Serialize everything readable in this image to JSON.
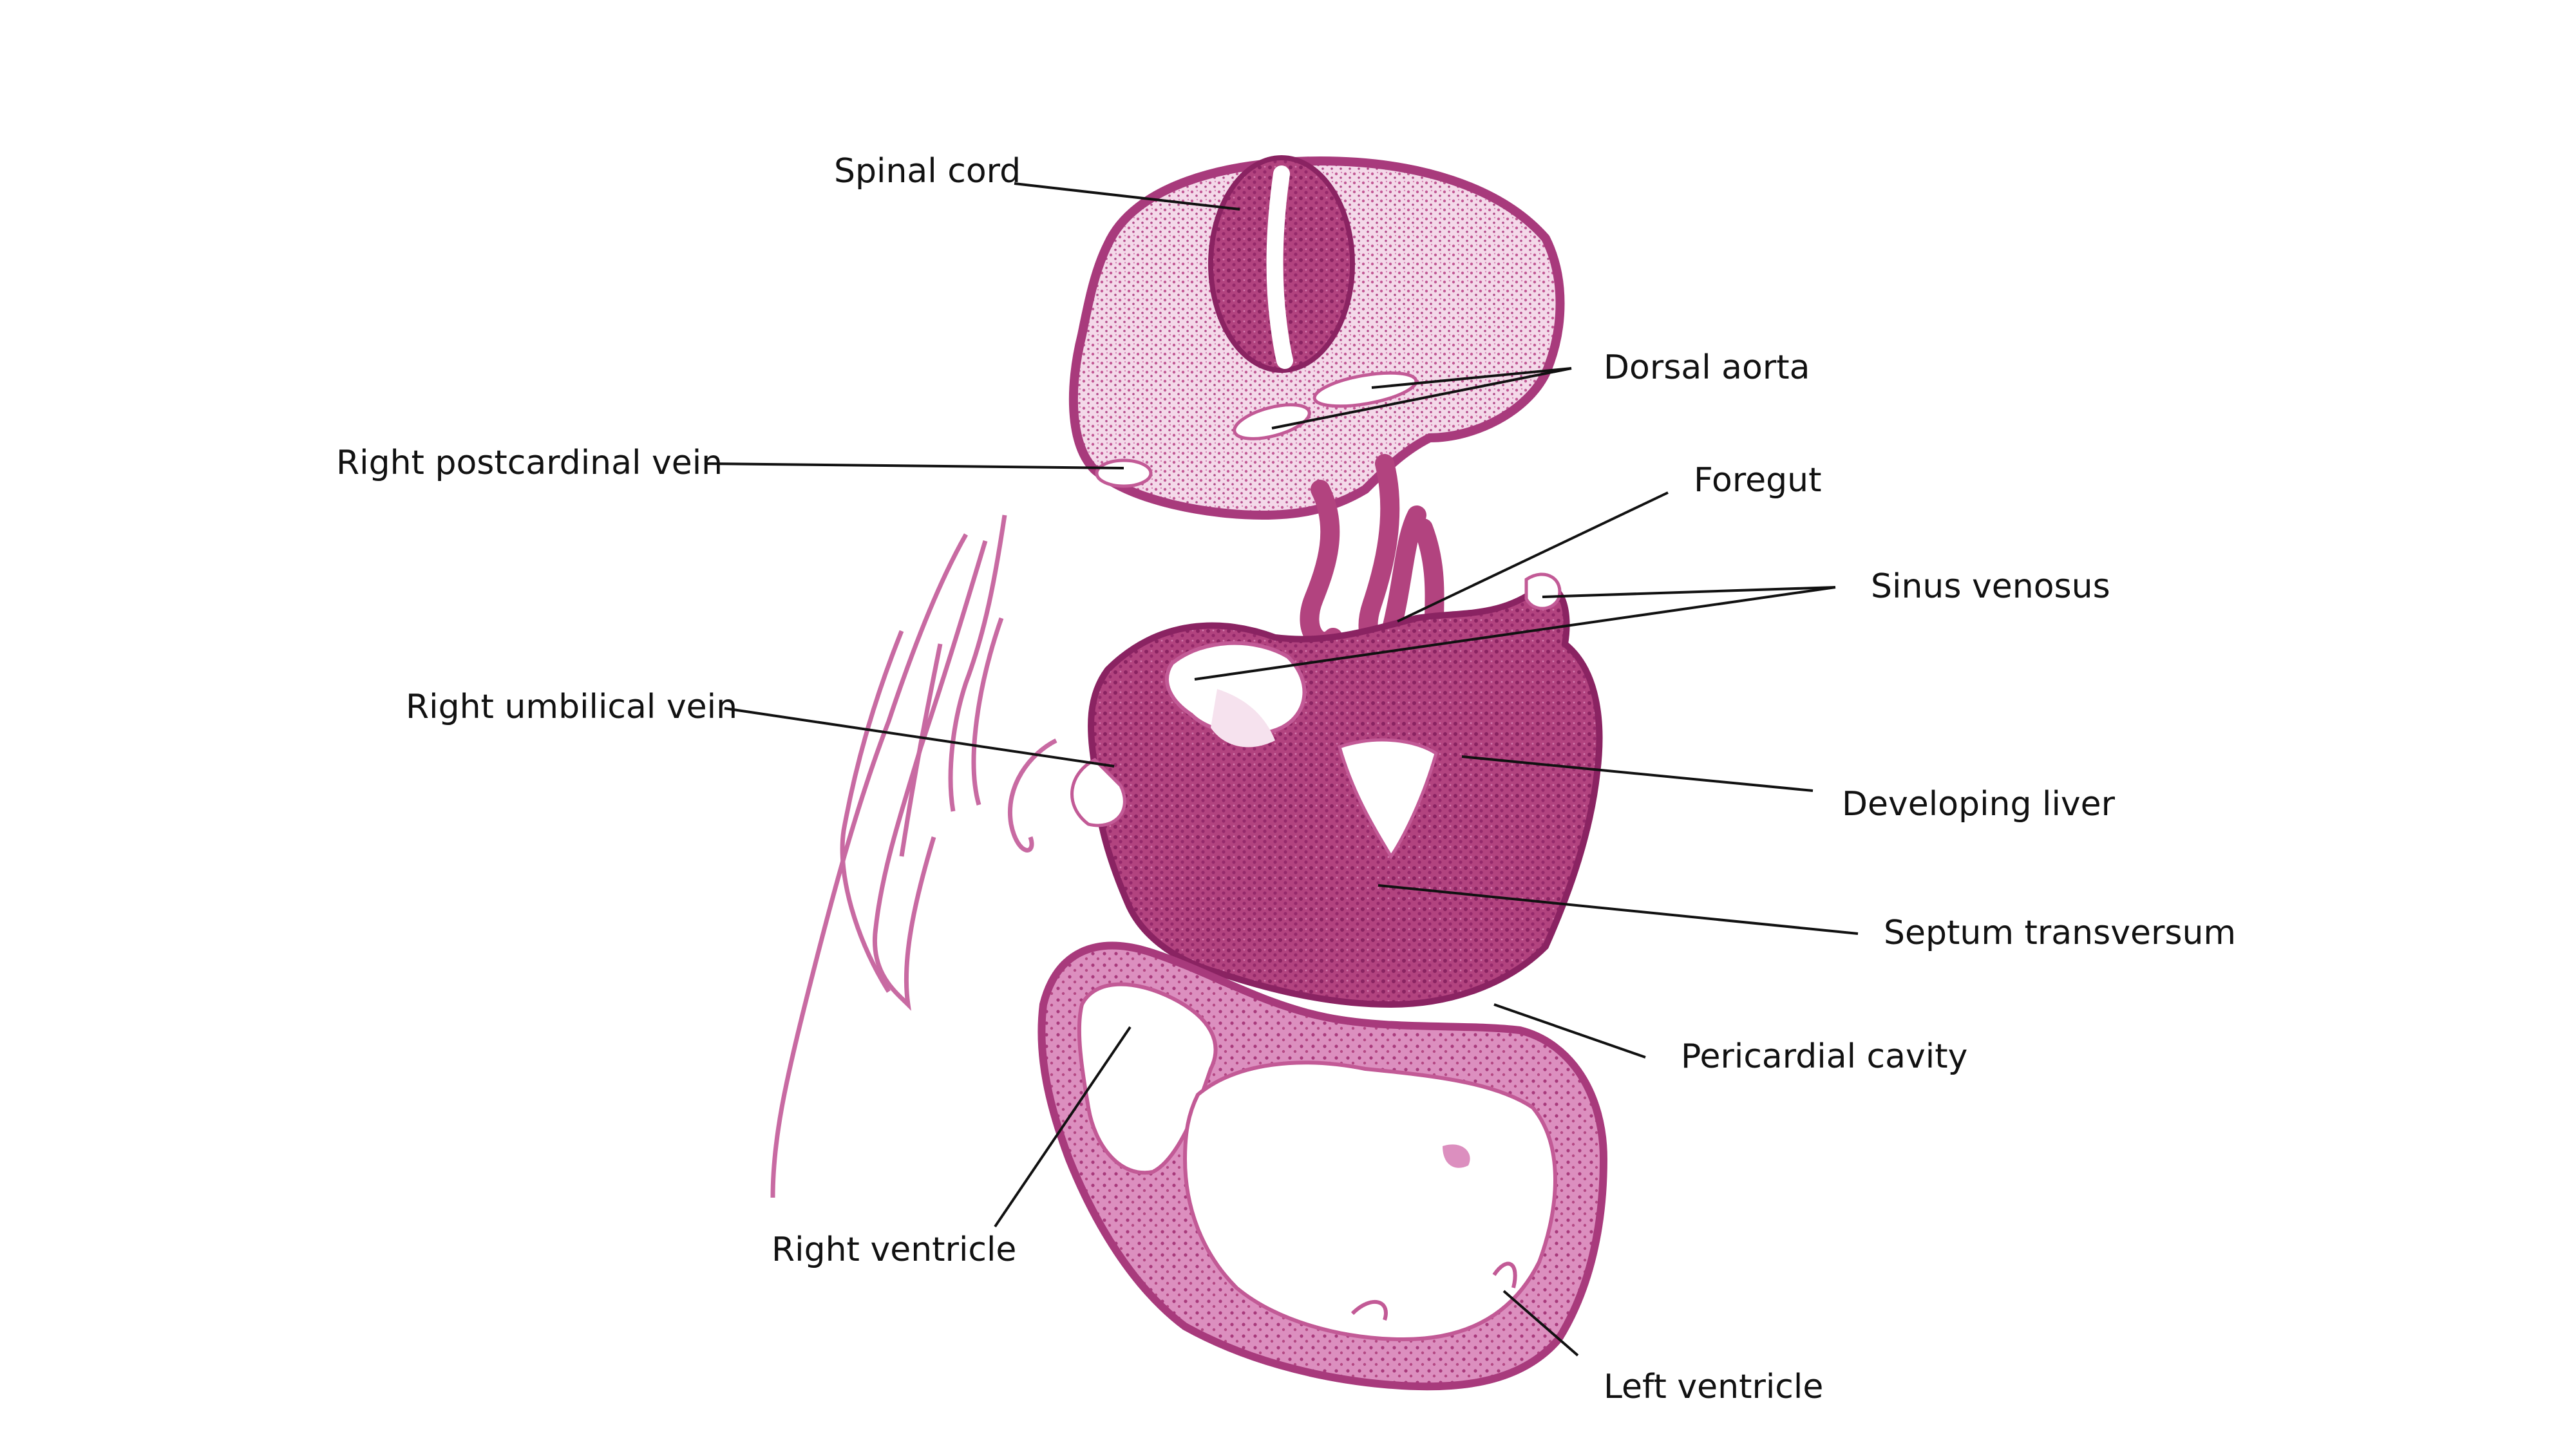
{
  "labels": {
    "spinal_cord": "Spinal cord",
    "dorsal_aorta": "Dorsal aorta",
    "right_postcardinal_vein": "Right postcardinal vein",
    "foregut": "Foregut",
    "sinus_venosus": "Sinus venosus",
    "right_umbilical_vein": "Right umbilical vein",
    "developing_liver": "Developing liver",
    "septum_transversum": "Septum transversum",
    "pericardial_cavity": "Pericardial cavity",
    "right_ventricle": "Right ventricle",
    "left_ventricle": "Left ventricle"
  },
  "colors": {
    "tissue_dark": "#a0306e",
    "tissue_mid": "#c85a98",
    "tissue_light": "#e8b6d4",
    "tissue_pale": "#f6e2ee",
    "lumen": "#ffffff",
    "leader_line": "#111111"
  }
}
